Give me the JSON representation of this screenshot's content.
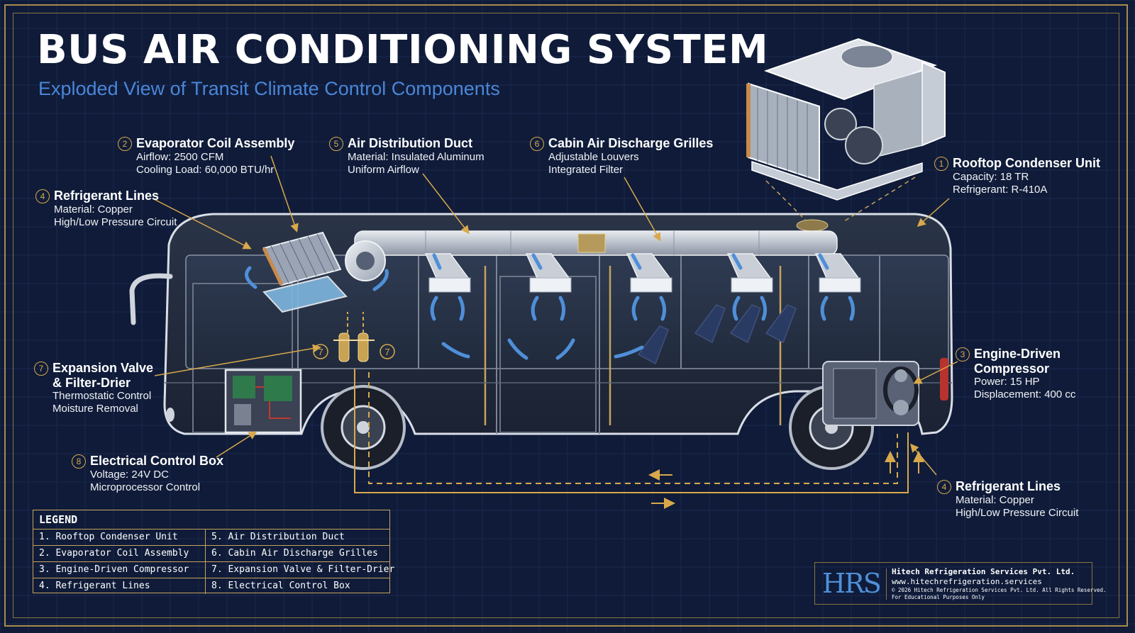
{
  "title": "BUS AIR CONDITIONING SYSTEM",
  "subtitle": "Exploded View of Transit Climate Control Components",
  "colors": {
    "background": "#0f1b38",
    "accent_gold": "#c6a35d",
    "subtitle_blue": "#4a86d8",
    "airflow_blue": "#4f8fd8",
    "copper": "#c98a4a"
  },
  "callouts": [
    {
      "id": "c2",
      "num": "2",
      "title": "Evaporator Coil Assembly",
      "lines": [
        "Airflow: 2500 CFM",
        "Cooling Load: 60,000 BTU/hr"
      ]
    },
    {
      "id": "c5",
      "num": "5",
      "title": "Air Distribution Duct",
      "lines": [
        "Material: Insulated Aluminum",
        "Uniform Airflow"
      ]
    },
    {
      "id": "c6",
      "num": "6",
      "title": "Cabin Air Discharge Grilles",
      "lines": [
        "Adjustable Louvers",
        "Integrated Filter"
      ]
    },
    {
      "id": "c1",
      "num": "1",
      "title": "Rooftop Condenser Unit",
      "lines": [
        "Capacity: 18 TR",
        "Refrigerant: R-410A"
      ]
    },
    {
      "id": "c4a",
      "num": "4",
      "title": "Refrigerant Lines",
      "lines": [
        "Material: Copper",
        "High/Low Pressure Circuit"
      ]
    },
    {
      "id": "c7",
      "num": "7",
      "title": "Expansion Valve",
      "title2": "& Filter-Drier",
      "lines": [
        "Thermostatic Control",
        "Moisture Removal"
      ]
    },
    {
      "id": "c3",
      "num": "3",
      "title": "Engine-Driven",
      "title2": "Compressor",
      "lines": [
        "Power: 15 HP",
        "Displacement: 400 cc"
      ]
    },
    {
      "id": "c8",
      "num": "8",
      "title": "Electrical Control Box",
      "lines": [
        "Voltage: 24V DC",
        "Microprocessor Control"
      ]
    },
    {
      "id": "c4b",
      "num": "4",
      "title": "Refrigerant Lines",
      "lines": [
        "Material: Copper",
        "High/Low Pressure Circuit"
      ]
    }
  ],
  "diagram_markers": {
    "valve_left": "7",
    "valve_right": "7"
  },
  "legend": {
    "title": "LEGEND",
    "items": [
      "1. Rooftop Condenser Unit",
      "5. Air Distribution Duct",
      "2. Evaporator Coil Assembly",
      "6. Cabin Air Discharge Grilles",
      "3. Engine-Driven Compressor",
      "7. Expansion Valve & Filter-Drier",
      "4. Refrigerant Lines",
      "8. Electrical Control Box"
    ]
  },
  "brand": {
    "logo": "HRS",
    "company": "Hitech Refrigeration Services Pvt. Ltd.",
    "website": "www.hitechrefrigeration.services",
    "copyright": "© 2026 Hitech Refrigeration Services Pvt. Ltd. All Rights Reserved.",
    "note": "For Educational Purposes Only"
  }
}
